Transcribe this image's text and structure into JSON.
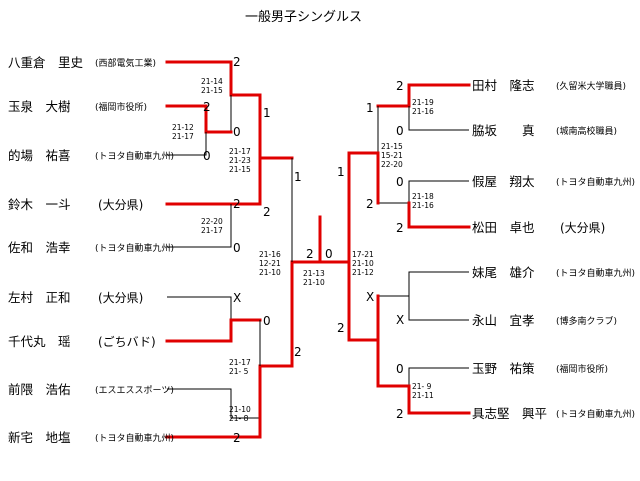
{
  "title": "一般男子シングルス",
  "left": {
    "players": [
      {
        "name": "八重倉　里史",
        "affiliation": "(西部電気工業)"
      },
      {
        "name": "玉泉　大樹",
        "affiliation": "(福岡市役所)"
      },
      {
        "name": "的場　祐喜",
        "affiliation": "(トヨタ自動車九州)"
      },
      {
        "name": "鈴木　一斗",
        "affiliation": "(大分県)"
      },
      {
        "name": "佐和　浩幸",
        "affiliation": "(トヨタ自動車九州)"
      },
      {
        "name": "左村　正和",
        "affiliation": "(大分県)"
      },
      {
        "name": "千代丸　瑶",
        "affiliation": "(ごちバド)"
      },
      {
        "name": "前隈　浩佑",
        "affiliation": "(エスエススポーツ)"
      },
      {
        "name": "新宅　地塩",
        "affiliation": "(トヨタ自動車九州)"
      }
    ],
    "results": {
      "p1": "2",
      "m1_top": "2",
      "m1_bot": "0",
      "p3": "0",
      "p4": "2",
      "p5": "0",
      "p6": "X",
      "m7_top": "0",
      "p9": "2",
      "qf_top": "1",
      "qf_bot": "2",
      "sf_top": "1",
      "sf_bot": "2"
    },
    "scores": {
      "s1": [
        "21-14",
        "21-15"
      ],
      "s2": [
        "21-12",
        "21-17"
      ],
      "s3": [
        "21-17",
        "21-23",
        "21-15"
      ],
      "s4": [
        "22-20",
        "21-17"
      ],
      "s5": [
        "21-16",
        "12-21",
        "21-10"
      ],
      "s6": [
        "21-17",
        "21- 5"
      ],
      "s7": [
        "21-10",
        "21- 8"
      ]
    }
  },
  "right": {
    "players": [
      {
        "name": "田村　隆志",
        "affiliation": "(久留米大学職員)"
      },
      {
        "name": "脇坂　　真",
        "affiliation": "(城南高校職員)"
      },
      {
        "name": "假屋　翔太",
        "affiliation": "(トヨタ自動車九州)"
      },
      {
        "name": "松田　卓也",
        "affiliation": "(大分県)"
      },
      {
        "name": "妹尾　雄介",
        "affiliation": "(トヨタ自動車九州)"
      },
      {
        "name": "永山　宜孝",
        "affiliation": "(博多南クラブ)"
      },
      {
        "name": "玉野　祐策",
        "affiliation": "(福岡市役所)"
      },
      {
        "name": "具志堅　興平",
        "affiliation": "(トヨタ自動車九州)"
      }
    ],
    "results": {
      "p1": "2",
      "p2": "0",
      "p3": "0",
      "p4": "2",
      "p5": "X",
      "p6": "X",
      "p7": "0",
      "p8": "2",
      "qf_top": "1",
      "qf_bot": "2",
      "sf_top": "1",
      "sf_bot": "2"
    },
    "scores": {
      "s1": [
        "21-19",
        "21-16"
      ],
      "s2": [
        "21-18",
        "21-16"
      ],
      "s3": [
        "21-15",
        "15-21",
        "22-20"
      ],
      "s4": [
        "21- 9",
        "21-11"
      ],
      "s5": [
        "17-21",
        "21-10",
        "21-12"
      ]
    }
  },
  "final": {
    "left_result": "2",
    "right_result": "0",
    "scores": [
      "21-13",
      "21-10"
    ]
  }
}
